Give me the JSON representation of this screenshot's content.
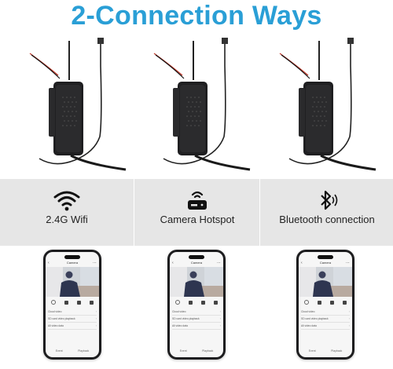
{
  "header": {
    "title": "2-Connection Ways"
  },
  "connections": [
    {
      "label": "2.4G Wifi",
      "icon": "wifi-icon"
    },
    {
      "label": "Camera Hotspot",
      "icon": "router-hotspot-icon"
    },
    {
      "label": "Bluetooth connection",
      "icon": "bluetooth-icon"
    }
  ],
  "app": {
    "screen_title": "Camera",
    "rows": [
      {
        "label": "Cloud video",
        "value": ""
      },
      {
        "label": "SD card video playback",
        "value": ""
      },
      {
        "label": "All video data",
        "value": ""
      }
    ],
    "tabs": [
      "Event",
      "Playback"
    ]
  },
  "colors": {
    "title": "#2a9fd6",
    "band": "#e6e6e6",
    "device": "#1f1f21",
    "cable_red": "#c0392b"
  }
}
